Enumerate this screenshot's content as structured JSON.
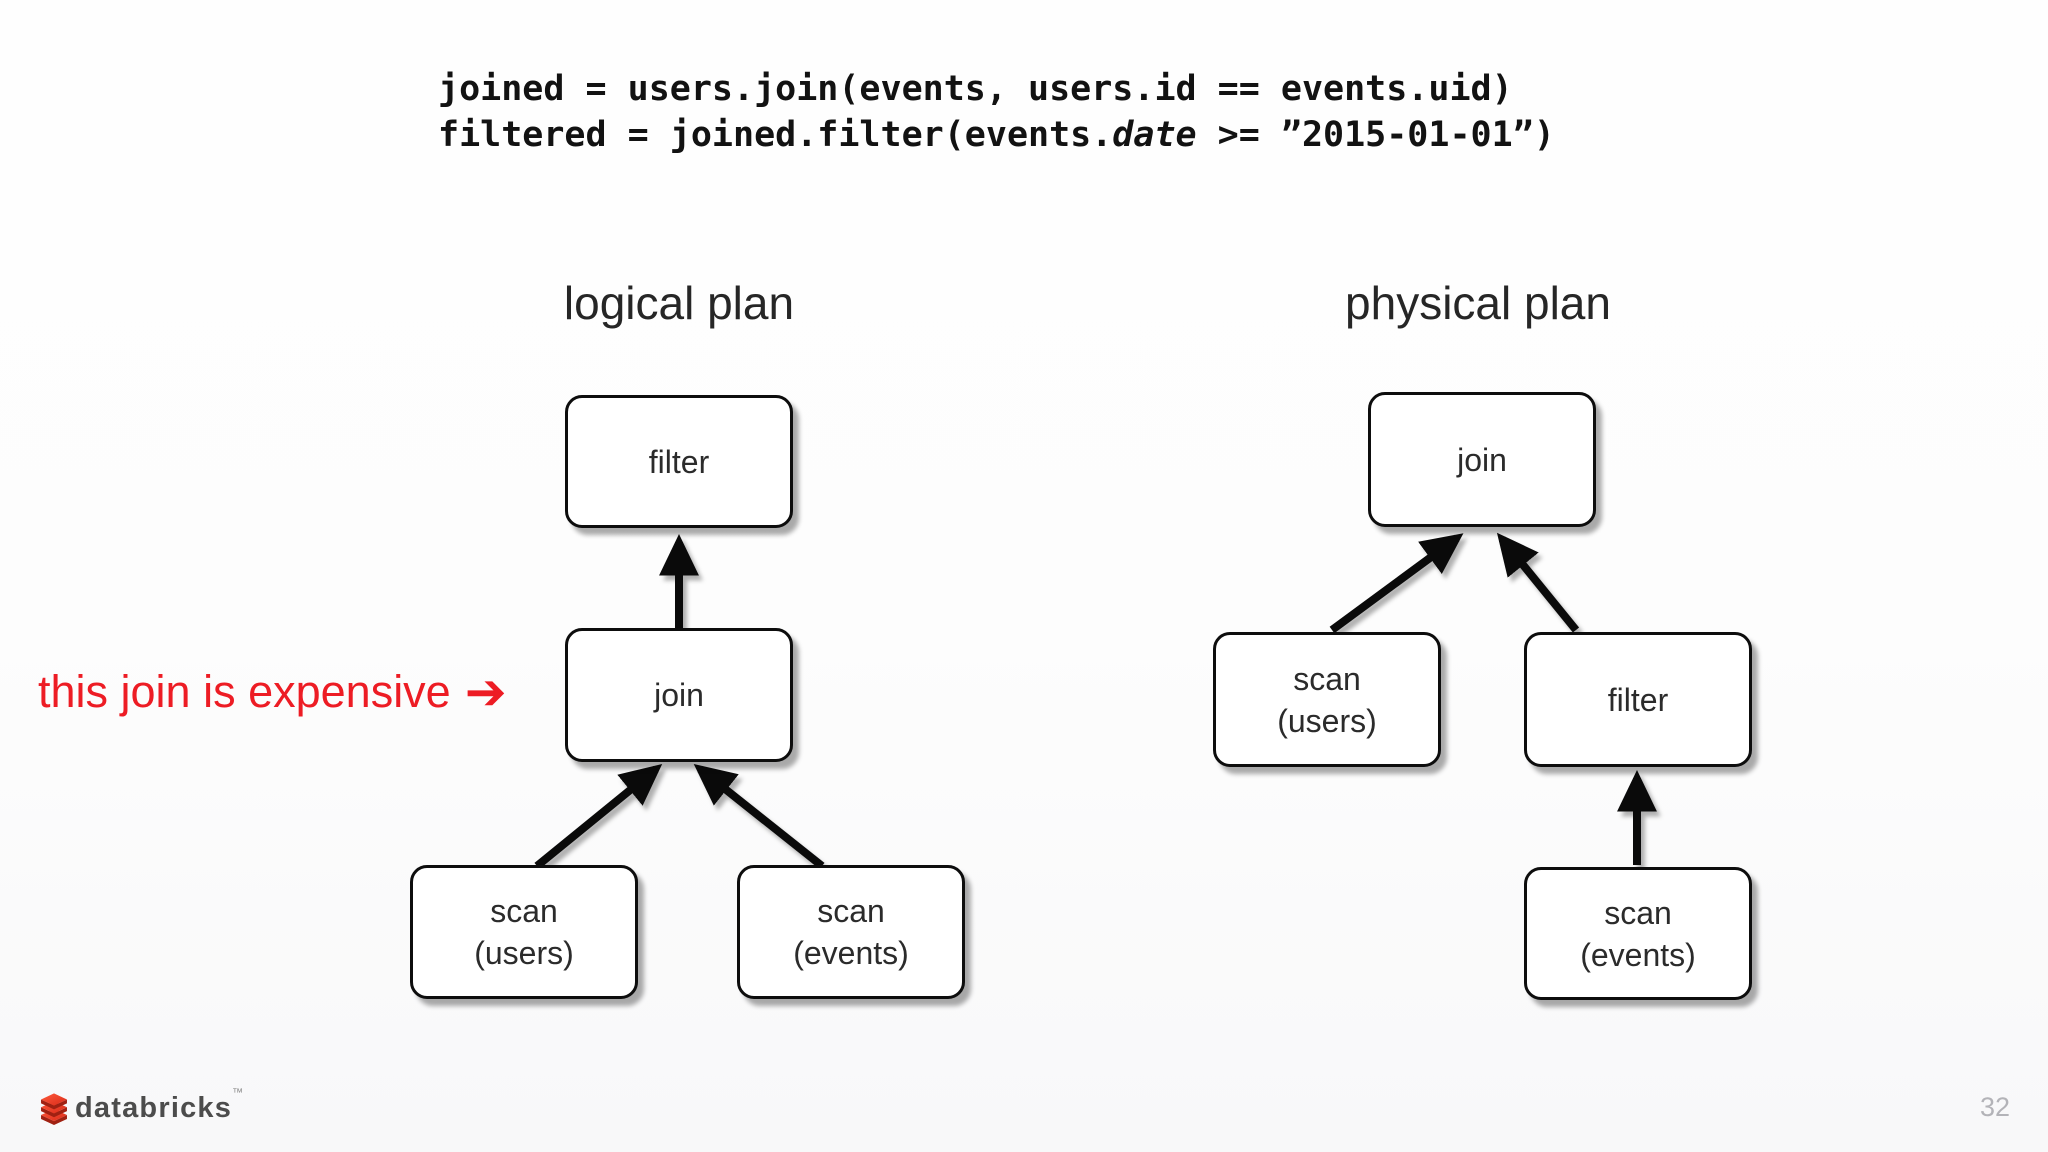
{
  "code": {
    "line1": "joined = users.join(events, users.id == events.uid)",
    "line2_pre": "filtered = joined.filter(events.",
    "line2_emph": "date",
    "line2_post": " >= ”2015-01-01”)"
  },
  "annotation": {
    "text": "this join is expensive",
    "arrow_icon": "➔"
  },
  "diagram_left": {
    "title": "logical plan",
    "filter": "filter",
    "join": "join",
    "scan_users_1": "scan",
    "scan_users_2": "(users)",
    "scan_events_1": "scan",
    "scan_events_2": "(events)"
  },
  "diagram_right": {
    "title": "physical plan",
    "join": "join",
    "scan_users_1": "scan",
    "scan_users_2": "(users)",
    "filter": "filter",
    "scan_events_1": "scan",
    "scan_events_2": "(events)"
  },
  "footer": {
    "brand": "databricks",
    "trademark": "™",
    "page_number": "32"
  },
  "colors": {
    "annotation_red": "#ed1c24",
    "brick_red_light": "#ff5a3c",
    "brick_red": "#ee3b2a",
    "brick_red_dark": "#a02112",
    "node_border": "#0d0d0d",
    "text_dark": "#2b2b2b",
    "page_number_gray": "#b3b3b8"
  }
}
